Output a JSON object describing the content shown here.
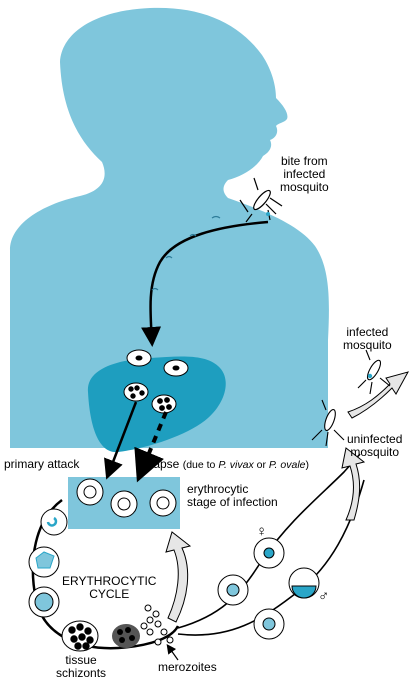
{
  "labels": {
    "bite": [
      "bite from",
      "infected",
      "mosquito"
    ],
    "infected_mosquito": [
      "infected",
      "mosquito"
    ],
    "uninfected_mosquito": [
      "uninfected",
      "mosquito"
    ],
    "primary_attack": "primary attack",
    "relapse": "relapse",
    "relapse_note_prefix": "(due to ",
    "relapse_species_1": "P. vivax",
    "relapse_or": " or ",
    "relapse_species_2": "P. ovale",
    "relapse_note_suffix": ")",
    "erythrocytic_stage": [
      "erythrocytic",
      "stage of infection"
    ],
    "cycle": [
      "ERYTHROCYTIC",
      "CYCLE"
    ],
    "tissue_schizonts": [
      "tissue",
      "schizonts"
    ],
    "merozoites": "merozoites",
    "female_symbol": "♀",
    "male_symbol": "♂"
  },
  "colors": {
    "body": "#7fc6dc",
    "liver": "#1e9ebf",
    "band": "#7fc6dc",
    "cell_fill": "#ffffff",
    "parasite": "#2aa6c8",
    "ink": "#000000"
  }
}
